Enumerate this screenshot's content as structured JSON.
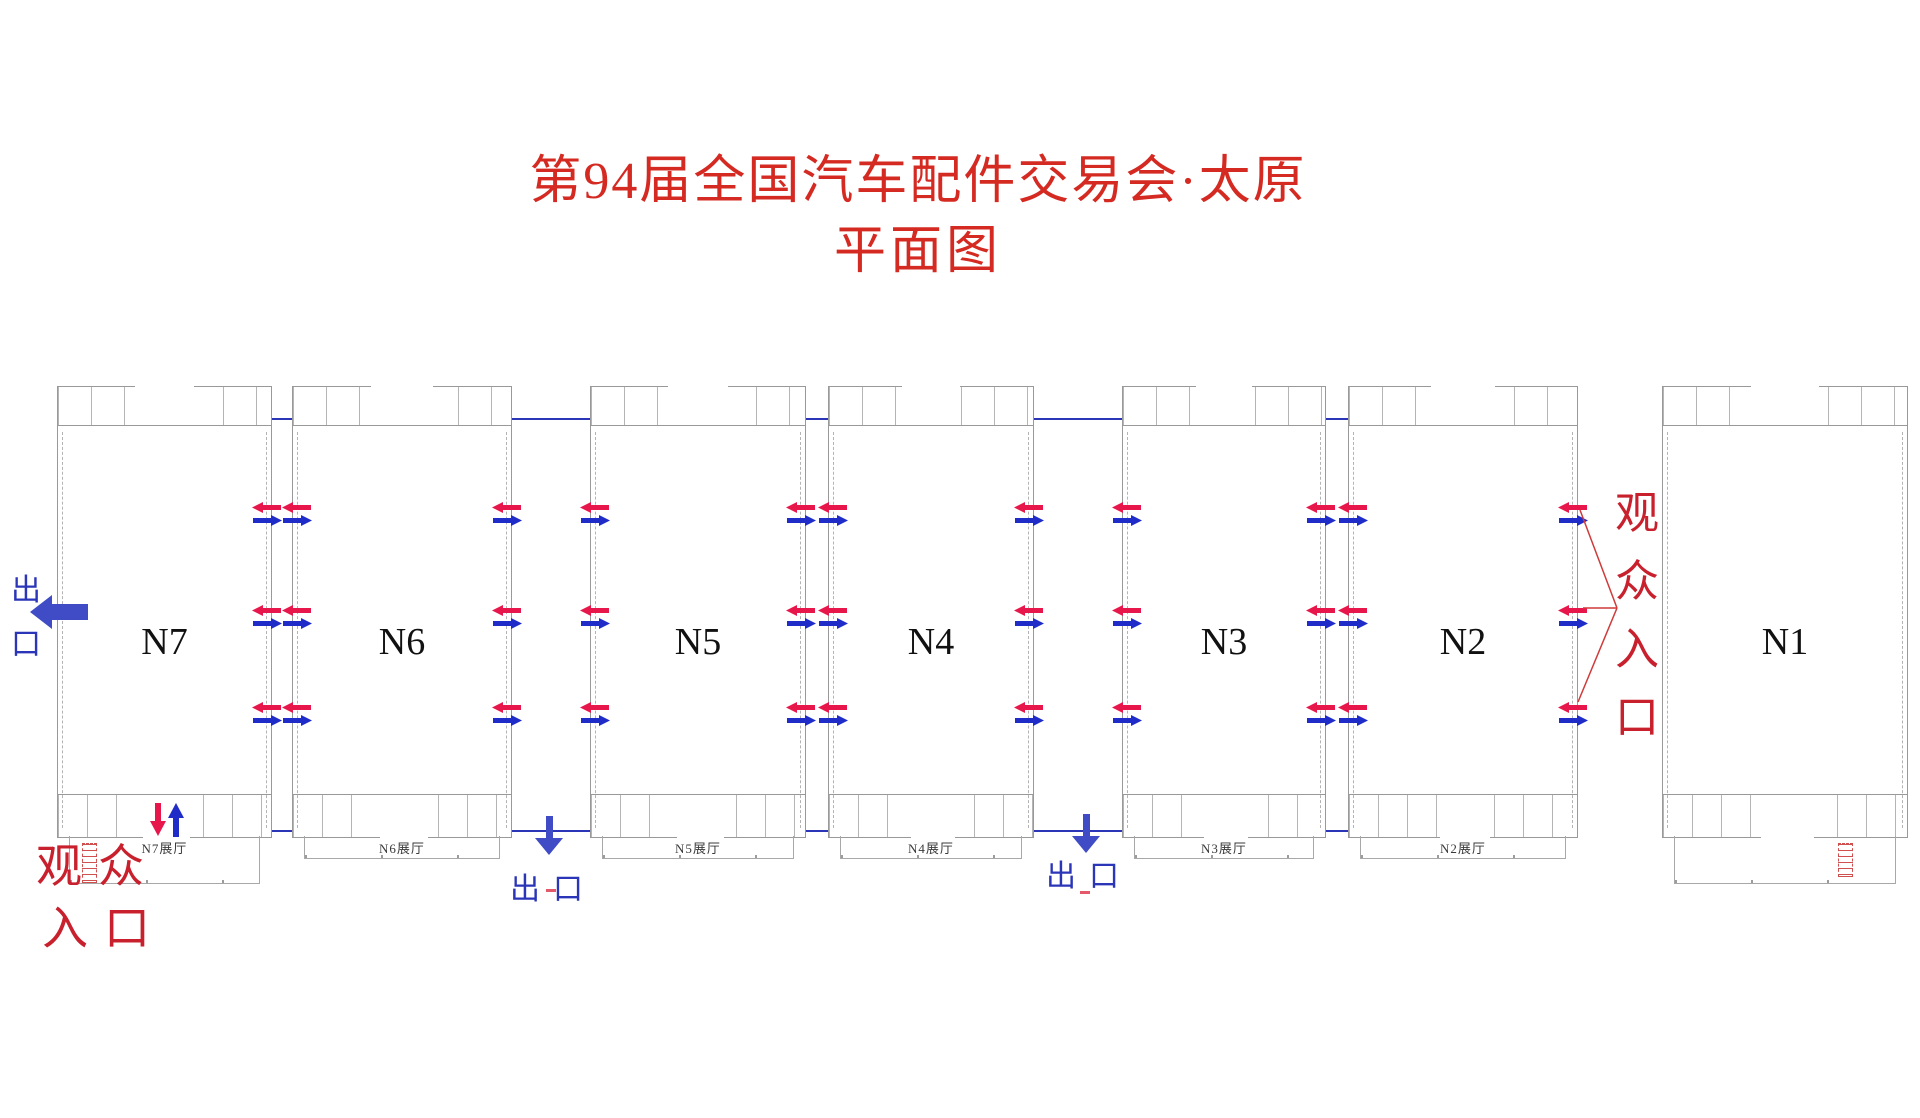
{
  "title": {
    "line1": "第94届全国汽车配件交易会·太原",
    "line2": "平面图"
  },
  "halls": [
    {
      "label": "N7",
      "sublabel": "N7展厅"
    },
    {
      "label": "N6",
      "sublabel": "N6展厅"
    },
    {
      "label": "N5",
      "sublabel": "N5展厅"
    },
    {
      "label": "N4",
      "sublabel": "N4展厅"
    },
    {
      "label": "N3",
      "sublabel": "N3展厅"
    },
    {
      "label": "N2",
      "sublabel": "N2展厅"
    },
    {
      "label": "N1",
      "sublabel": ""
    }
  ],
  "annotations": {
    "exit_left": "出口",
    "exit_between_n6_n5": "出口",
    "exit_between_n4_n3": "出口",
    "visitor_entrance_bottom_line1": "观众",
    "visitor_entrance_bottom_line2": "入口",
    "visitor_entrance_right": "观众入口"
  },
  "colors": {
    "title_red": "#d42a22",
    "annotation_red": "#c8202c",
    "text_blue": "#2b35b8",
    "big_arrow_blue": "#3f4cc5",
    "flow_red": "#e8174b",
    "flow_blue": "#1f2cc8",
    "wall_gray": "#999999"
  }
}
